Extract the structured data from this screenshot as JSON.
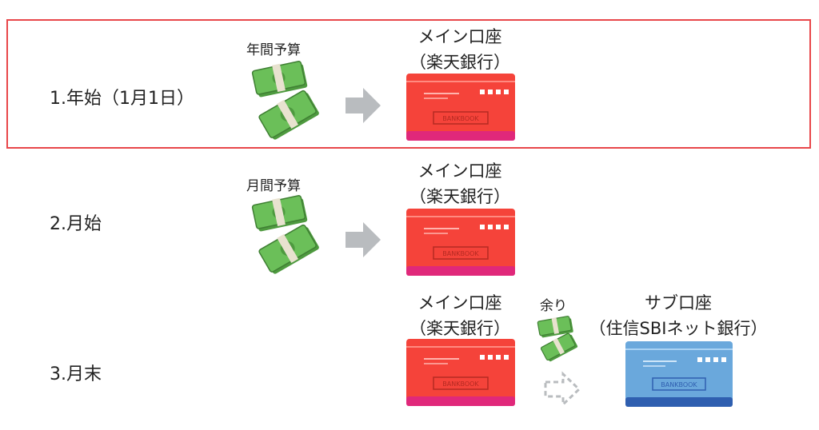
{
  "steps": [
    {
      "label": "1.年始（1月1日）",
      "budget_label": "年間予算",
      "account_line1": "メイン口座",
      "account_line2": "（楽天銀行）",
      "book_label": "BANKBOOK"
    },
    {
      "label": "2.月始",
      "budget_label": "月間予算",
      "account_line1": "メイン口座",
      "account_line2": "（楽天銀行）",
      "book_label": "BANKBOOK"
    },
    {
      "label": "3.月末",
      "account_line1": "メイン口座",
      "account_line2": "（楽天銀行）",
      "book_label": "BANKBOOK",
      "remainder_label": "余り",
      "sub_account_line1": "サブ口座",
      "sub_account_line2": "（住信SBIネット銀行）",
      "sub_book_label": "BANKBOOK"
    }
  ],
  "colors": {
    "highlight_border": "#e8474a",
    "main_book": "#f5433a",
    "main_book_band": "#e0287a",
    "sub_book": "#6aa8dc",
    "sub_book_band": "#2f5fb0",
    "arrow": "#b9bcbf",
    "money": "#6bbf59"
  },
  "icons": [
    "money-stack-icon",
    "right-arrow-icon",
    "bankbook-icon",
    "dashed-right-arrow-icon"
  ]
}
